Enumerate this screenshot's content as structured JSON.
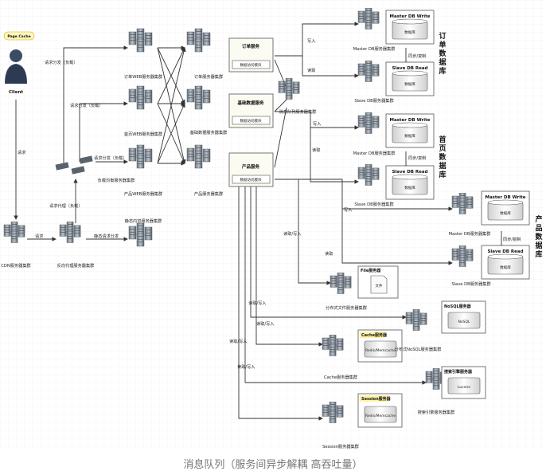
{
  "caption": "消息队列（服务间异步解耦 高吞吐量）",
  "nodes": {
    "page_cache": "Page Cache",
    "client": "Client",
    "cdn": "CDN服务器集群",
    "reverse_proxy": "反向代理服务器集群",
    "static_cluster": "静态内容服务器集群",
    "lb_cluster": "负载均衡服务器集群",
    "order_web": "订单WEB服务器集群",
    "home_web": "首页WEB服务器集群",
    "product_web": "产品WEB服务器集群",
    "order_service_cluster": "订单服务器集群",
    "basic_service_cluster": "基础数据服务器集群",
    "product_service_cluster": "产品服务器集群",
    "mq_cluster": "消息队列服务器集群",
    "order_service_title": "订单服务",
    "basic_service_title": "基础数据服务",
    "product_service_title": "产品服务",
    "data_access_module": "数据访问模块",
    "order_master_title": "Master DB Write",
    "order_master_cluster": "Master DB服务器集群",
    "order_slave_title": "Slave DB Read",
    "order_slave_cluster": "Slave DB服务器集群",
    "home_master_title": "Master DB Write",
    "home_master_cluster": "Master DB服务器集群",
    "home_slave_title": "Slave DB Read",
    "home_slave_cluster": "Slave DB服务器集群",
    "prod_master_title": "Master DB Write",
    "prod_master_cluster": "Master DB服务器集群",
    "prod_slave_title": "Slave DB Read",
    "prod_slave_cluster": "Slave DB服务器集群",
    "db_label": "数据库",
    "order_db_group": "订单数据库",
    "home_db_group": "首页数据库",
    "product_db_group": "产品数据库",
    "file_server_title": "File服务器",
    "file_cluster": "分布式文件服务器集群",
    "file_label": "文件",
    "nosql_title": "NoSQL服务器",
    "nosql_label": "NoSQL",
    "nosql_cluster": "分布式NoSQL服务器集群",
    "cache_title": "Cache服务器",
    "cache_label": "Redis/Memcache",
    "cache_cluster": "Cache服务器集群",
    "search_title": "搜索引擎服务器",
    "search_label": "Lucene",
    "search_cluster": "搜索引擎服务器集群",
    "session_title": "Session服务器",
    "session_label": "Redis/Memcache",
    "session_cluster": "Session服务器集群"
  },
  "edges": {
    "request": "请求",
    "request_proxy": "请求代理（负载）",
    "request_dispatch_1": "请求分发（负载）",
    "request_dispatch_2": "请求分发（负载）",
    "request_dispatch_3": "请求分发（负载）",
    "request_short": "请求",
    "static_dispatch": "静态请求分发",
    "write": "写入",
    "read": "读取",
    "sync_copy": "同步/复制",
    "read_write": "读取/写入"
  }
}
